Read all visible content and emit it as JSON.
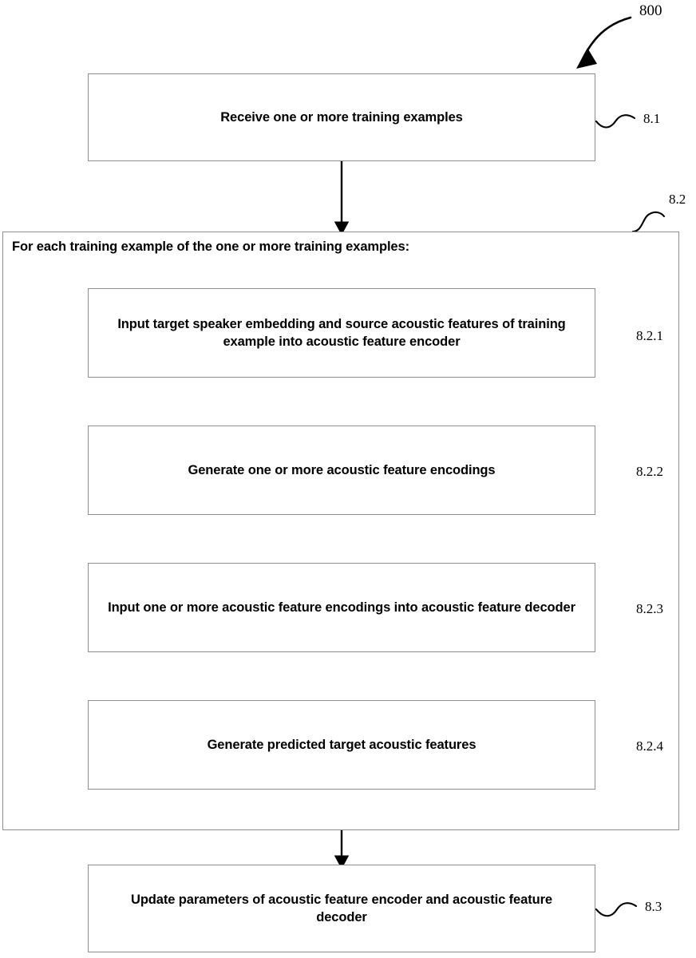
{
  "figure": {
    "number": "800",
    "type": "flowchart"
  },
  "nodes": {
    "start": {
      "ref": "8.1",
      "text": "Receive one or more training examples"
    },
    "loop": {
      "ref": "8.2",
      "title": "For each training example of the one or more training examples:",
      "steps": [
        {
          "ref": "8.2.1",
          "text": "Input target speaker embedding and source acoustic features of training example into acoustic feature encoder"
        },
        {
          "ref": "8.2.2",
          "text": "Generate one or more acoustic feature encodings"
        },
        {
          "ref": "8.2.3",
          "text": "Input one or more acoustic feature encodings into acoustic feature decoder"
        },
        {
          "ref": "8.2.4",
          "text": "Generate predicted target acoustic features"
        }
      ]
    },
    "end": {
      "ref": "8.3",
      "text": "Update parameters of acoustic feature encoder and acoustic feature decoder"
    }
  },
  "colors": {
    "stroke": "#8e8e8e",
    "arrow": "#000000",
    "text": "#000000",
    "background": "#ffffff"
  }
}
